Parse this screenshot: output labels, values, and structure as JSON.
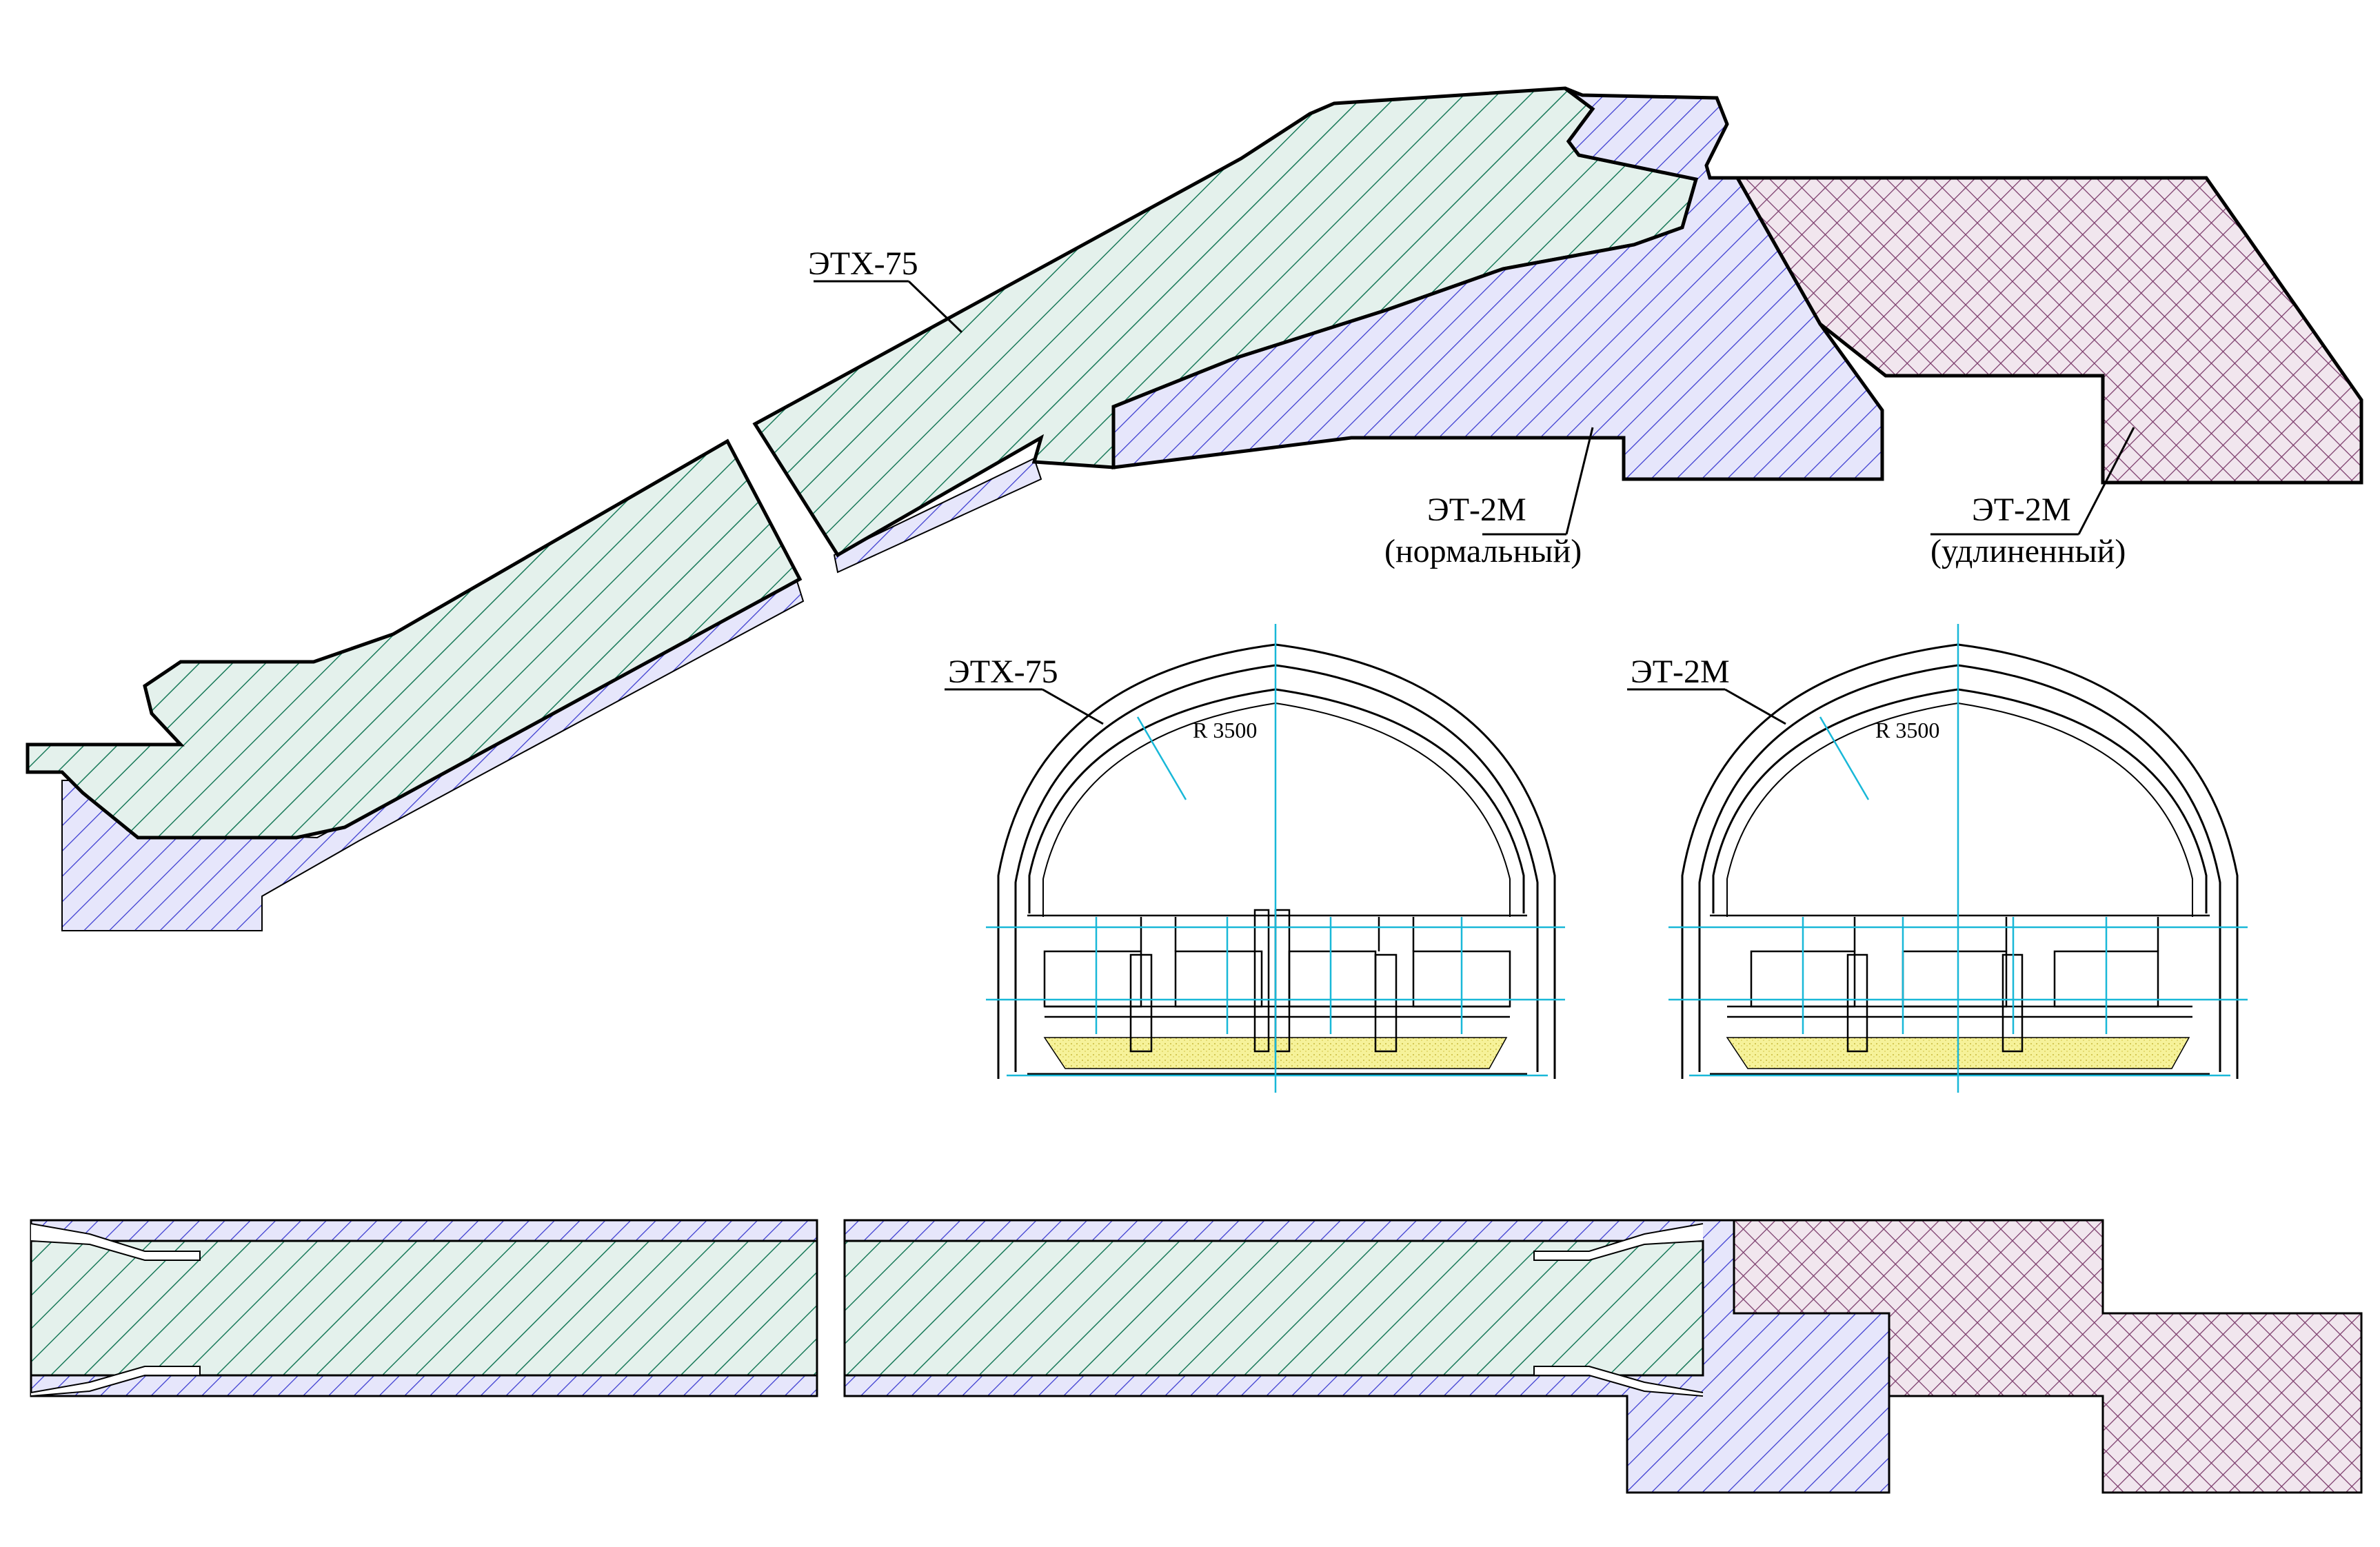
{
  "labels": {
    "etx75_top": "ЭТХ-75",
    "et2m_normal": "ЭТ-2М",
    "et2m_normal_sub": "(нормальный)",
    "et2m_long": "ЭТ-2М",
    "et2m_long_sub": "(удлиненный)",
    "section_left_title": "ЭТХ-75",
    "section_right_title": "ЭТ-2М",
    "radius_left": "R 3500",
    "radius_right": "R 3500"
  },
  "colors": {
    "etx75_green": "#1a7a5a",
    "et2m_blue": "#3a3ad0",
    "et2m_long_purple": "#7a3a6a",
    "fill_green_bg": "#e4f1ec",
    "fill_blue_bg": "#e6e6fb",
    "fill_purple_bg": "#f1e6ee",
    "ballast_yellow": "#f6f29a",
    "axis_cyan": "#19b8d8"
  }
}
